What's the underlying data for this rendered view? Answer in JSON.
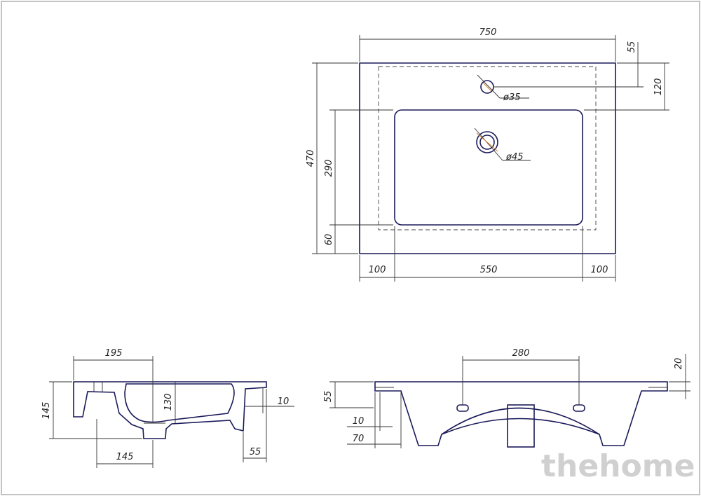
{
  "drawing": {
    "top_view": {
      "width": "750",
      "edge_to_hole": "55",
      "edge_to_bowl": "120",
      "depth": "470",
      "bowl_depth": "290",
      "front_margin": "60",
      "left_margin": "100",
      "bowl_width": "550",
      "right_margin": "100",
      "tap_hole": "ø35",
      "drain_hole": "ø45"
    },
    "side_view": {
      "overall": "195",
      "height": "145",
      "bowl_height": "130",
      "lip": "10",
      "drain_offset": "145",
      "back_lip": "55"
    },
    "front_view": {
      "mount_spacing": "280",
      "top_thickness": "20",
      "height": "55",
      "lip": "10",
      "edge": "70"
    }
  },
  "watermark": "thehome"
}
